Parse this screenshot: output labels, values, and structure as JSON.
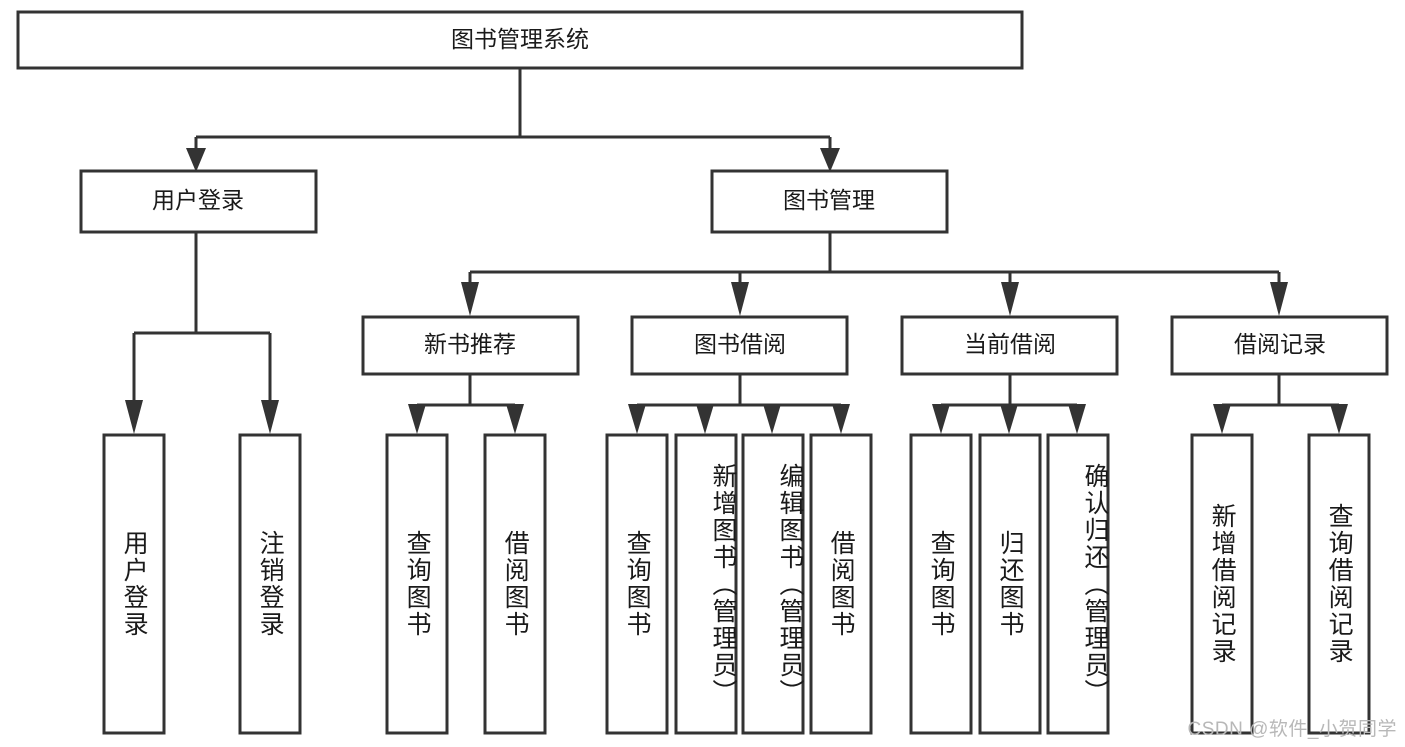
{
  "diagram": {
    "type": "tree-hierarchy",
    "title": "图书管理系统",
    "levels": 4,
    "root": {
      "id": "root",
      "label": "图书管理系统",
      "orientation": "horizontal"
    },
    "level2": [
      {
        "id": "user-login",
        "label": "用户登录",
        "orientation": "horizontal"
      },
      {
        "id": "book-manage",
        "label": "图书管理",
        "orientation": "horizontal"
      }
    ],
    "level3": [
      {
        "id": "new-book-recommend",
        "label": "新书推荐",
        "parent": "book-manage",
        "orientation": "horizontal"
      },
      {
        "id": "book-borrow",
        "label": "图书借阅",
        "parent": "book-manage",
        "orientation": "horizontal"
      },
      {
        "id": "current-borrow",
        "label": "当前借阅",
        "parent": "book-manage",
        "orientation": "horizontal"
      },
      {
        "id": "borrow-record",
        "label": "借阅记录",
        "parent": "book-manage",
        "orientation": "horizontal"
      }
    ],
    "leaves": [
      {
        "id": "leaf-user-login",
        "label": "用户登录",
        "parent": "user-login",
        "orientation": "vertical"
      },
      {
        "id": "leaf-logout-login",
        "label": "注销登录",
        "parent": "user-login",
        "orientation": "vertical"
      },
      {
        "id": "leaf-query-book-1",
        "label": "查询图书",
        "parent": "new-book-recommend",
        "orientation": "vertical"
      },
      {
        "id": "leaf-borrow-book-1",
        "label": "借阅图书",
        "parent": "new-book-recommend",
        "orientation": "vertical"
      },
      {
        "id": "leaf-query-book-2",
        "label": "查询图书",
        "parent": "book-borrow",
        "orientation": "vertical"
      },
      {
        "id": "leaf-add-book-admin",
        "label": "新增图书（管理员）",
        "parent": "book-borrow",
        "orientation": "vertical"
      },
      {
        "id": "leaf-edit-book-admin",
        "label": "编辑图书（管理员）",
        "parent": "book-borrow",
        "orientation": "vertical"
      },
      {
        "id": "leaf-borrow-book-2",
        "label": "借阅图书",
        "parent": "book-borrow",
        "orientation": "vertical"
      },
      {
        "id": "leaf-query-book-3",
        "label": "查询图书",
        "parent": "current-borrow",
        "orientation": "vertical"
      },
      {
        "id": "leaf-return-book",
        "label": "归还图书",
        "parent": "current-borrow",
        "orientation": "vertical"
      },
      {
        "id": "leaf-confirm-return-admin",
        "label": "确认归还（管理员）",
        "parent": "current-borrow",
        "orientation": "vertical"
      },
      {
        "id": "leaf-add-borrow-record",
        "label": "新增借阅记录",
        "parent": "borrow-record",
        "orientation": "vertical"
      },
      {
        "id": "leaf-query-borrow-record",
        "label": "查询借阅记录",
        "parent": "borrow-record",
        "orientation": "vertical"
      }
    ]
  },
  "watermark": {
    "text": "CSDN @软件_小贺同学"
  },
  "colors": {
    "box_stroke": "#333333",
    "box_fill": "#ffffff",
    "text": "#1a1a1a",
    "connector": "#333333",
    "watermark": "#b8b8b8",
    "background": "#ffffff"
  }
}
